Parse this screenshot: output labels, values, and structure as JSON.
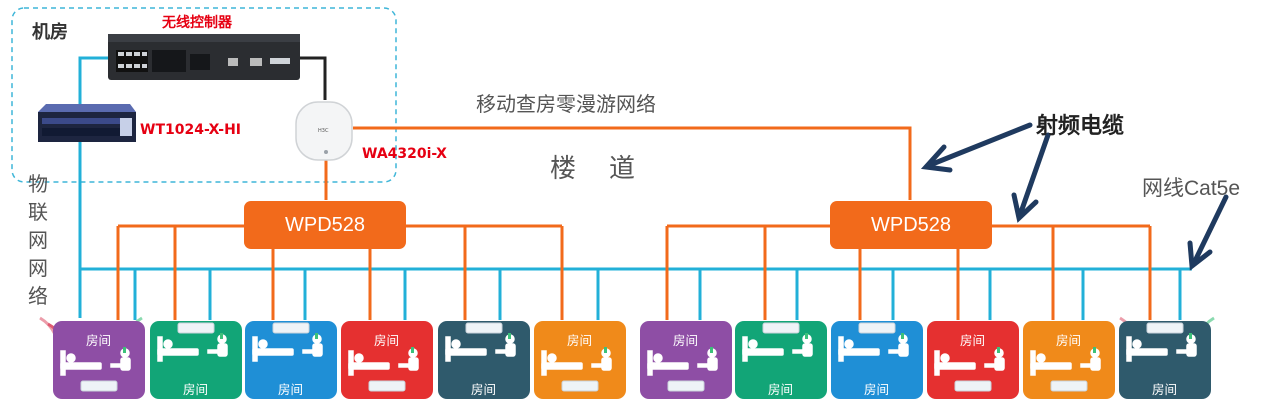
{
  "colors": {
    "orange": "#f26a1b",
    "cyan": "#22b0d8",
    "red_text": "#e60012",
    "gray_text": "#555555",
    "navy_arrow": "#1f3a5f"
  },
  "labels": {
    "machine_room": "机房",
    "wireless_controller": "无线控制器",
    "wt_model": "WT1024-X-HI",
    "ap_model": "WA4320i-X",
    "roaming": "移动查房零漫游网络",
    "corridor": "楼    道",
    "rf_cable": "射频电缆",
    "cable_cat5e": "网线Cat5e",
    "iot_network": [
      "物",
      "联",
      "网",
      "网",
      "络"
    ],
    "wpd_left": "WPD528",
    "wpd_right": "WPD528"
  },
  "rooms": [
    {
      "color": "#8e4ea5",
      "label": "房间",
      "label_pos": "top"
    },
    {
      "color": "#12a577",
      "label": "房间",
      "label_pos": "bottom"
    },
    {
      "color": "#1f8fd6",
      "label": "房间",
      "label_pos": "bottom"
    },
    {
      "color": "#e53030",
      "label": "房间",
      "label_pos": "top"
    },
    {
      "color": "#2f5a6c",
      "label": "房间",
      "label_pos": "bottom"
    },
    {
      "color": "#f08a1a",
      "label": "房间",
      "label_pos": "top"
    },
    {
      "color": "#8e4ea5",
      "label": "房间",
      "label_pos": "top"
    },
    {
      "color": "#12a577",
      "label": "房间",
      "label_pos": "bottom"
    },
    {
      "color": "#1f8fd6",
      "label": "房间",
      "label_pos": "bottom"
    },
    {
      "color": "#e53030",
      "label": "房间",
      "label_pos": "top"
    },
    {
      "color": "#f08a1a",
      "label": "房间",
      "label_pos": "top"
    },
    {
      "color": "#2f5a6c",
      "label": "房间",
      "label_pos": "bottom"
    }
  ]
}
